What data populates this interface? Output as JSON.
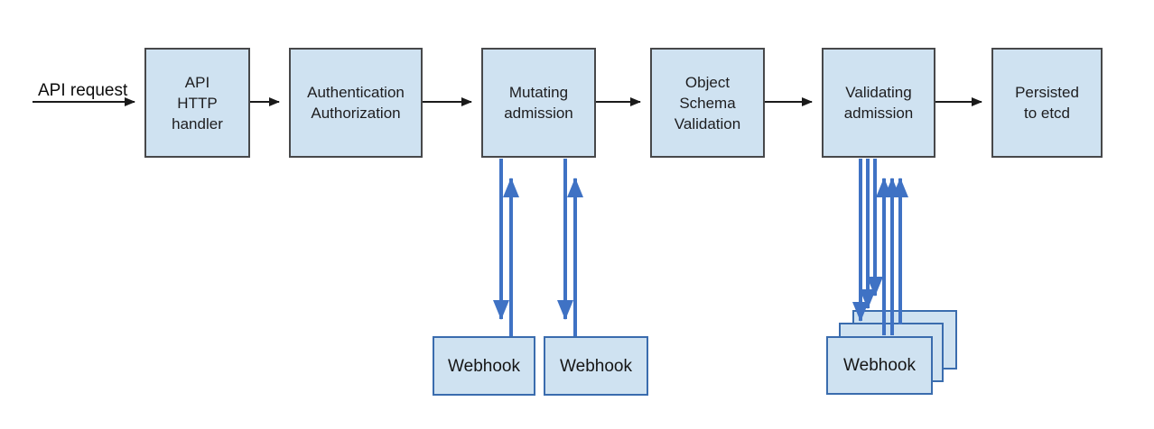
{
  "canvas": {
    "api_request_label": "API request"
  },
  "pipeline": [
    {
      "id": "api-http-handler",
      "label": "API\nHTTP\nhandler"
    },
    {
      "id": "authentication-authorization",
      "label": "Authentication\nAuthorization"
    },
    {
      "id": "mutating-admission",
      "label": "Mutating\nadmission"
    },
    {
      "id": "object-schema-validation",
      "label": "Object\nSchema\nValidation"
    },
    {
      "id": "validating-admission",
      "label": "Validating\nadmission"
    },
    {
      "id": "persisted-to-etcd",
      "label": "Persisted\nto etcd"
    }
  ],
  "webhooks": {
    "mutating": [
      {
        "label": "Webhook"
      },
      {
        "label": "Webhook"
      }
    ],
    "validating_front_label": "Webhook"
  },
  "colors": {
    "node_fill": "#cfe2f1",
    "node_border": "#47484a",
    "webhook_border": "#3a6cae",
    "arrow_black": "#1a1a1a",
    "arrow_blue": "#3f72c4"
  }
}
